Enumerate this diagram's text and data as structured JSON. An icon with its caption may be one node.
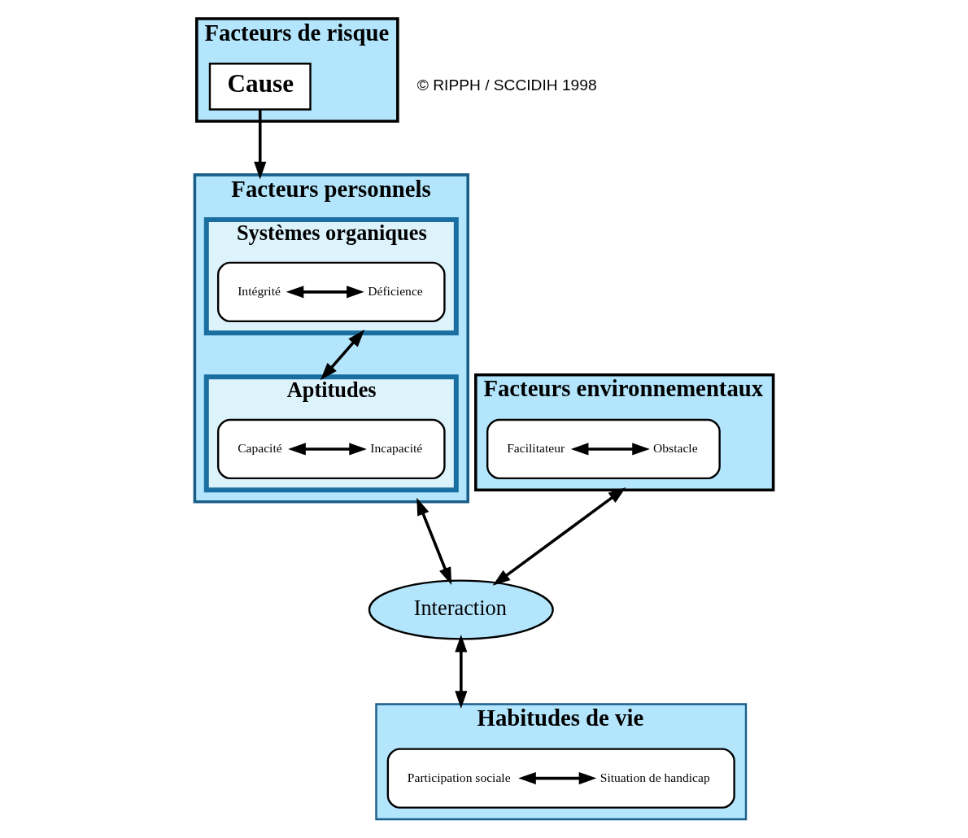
{
  "diagram": {
    "nodes": [
      {
        "text": [
          "Facteurs de risque"
        ]
      },
      {
        "text": [
          "Cause"
        ],
        "in": 0
      },
      {
        "text": [
          "Facteurs personnels"
        ]
      },
      {
        "text": [
          "Systèmes organiques"
        ],
        "in": 2
      },
      {
        "text": [],
        "shape": "box",
        "in": 3
      },
      {
        "text": [
          "Intégrité"
        ],
        "in": 4
      },
      {
        "text": [
          "Déficience"
        ],
        "in": 4
      },
      {
        "text": [
          "Aptitudes"
        ],
        "in": 2
      },
      {
        "text": [],
        "shape": "box",
        "in": 7
      },
      {
        "text": [
          "Capacité"
        ],
        "in": 8
      },
      {
        "text": [
          "Incapacité"
        ],
        "in": 8
      },
      {
        "text": [
          "Facteurs environnementaux"
        ]
      },
      {
        "text": [],
        "shape": "box",
        "in": 11
      },
      {
        "text": [
          "Facilitateur"
        ],
        "in": 12
      },
      {
        "text": [
          "Obstacle"
        ],
        "in": 12
      },
      {
        "text": [
          "Interaction"
        ]
      },
      {
        "text": [
          "Habitudes de vie"
        ]
      },
      {
        "text": [],
        "shape": "box",
        "in": 16
      },
      {
        "text": [
          "Participation sociale"
        ],
        "in": 17
      },
      {
        "text": [
          "Situation de handicap"
        ],
        "in": 17
      }
    ],
    "edges": [
      {
        "from": 1,
        "to": 2,
        "arrow": "to"
      },
      {
        "from": 3,
        "to": 7,
        "arrow": "both"
      },
      {
        "from": 5,
        "to": 6,
        "arrow": "both"
      },
      {
        "from": 9,
        "to": 10,
        "arrow": "both"
      },
      {
        "from": 13,
        "to": 14,
        "arrow": "both"
      },
      {
        "from": 2,
        "to": 15,
        "arrow": "both"
      },
      {
        "from": 11,
        "to": 15,
        "arrow": "both"
      },
      {
        "from": 15,
        "to": 16,
        "arrow": "both"
      },
      {
        "from": 18,
        "to": 19,
        "arrow": "both"
      }
    ],
    "labels": [
      "© RIPPH / SCCIDIH 1998"
    ]
  }
}
